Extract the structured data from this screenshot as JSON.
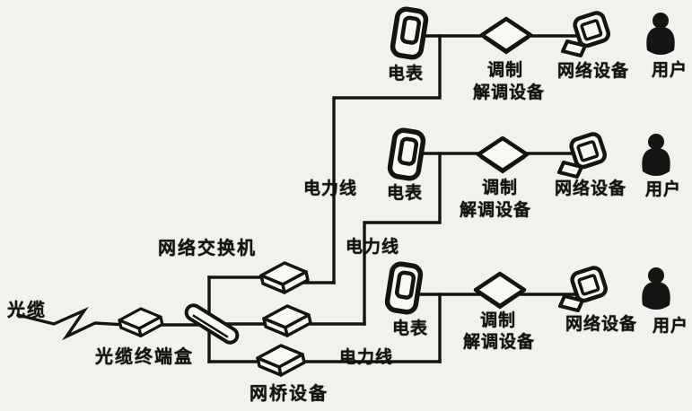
{
  "diagram": {
    "background_color": "#f2f1ec",
    "ink_color": "#161412",
    "fiber": {
      "label": "光缆",
      "icon": "zigzag-cable"
    },
    "terminal_box": {
      "label": "光缆终端盒",
      "icon": "3d-box"
    },
    "switch": {
      "label": "网络交换机",
      "icon": "slanted-bar"
    },
    "bridge": {
      "label": "网桥设备",
      "icon": "3d-box"
    },
    "power_lines": [
      {
        "label": "电力线"
      },
      {
        "label": "电力线"
      },
      {
        "label": "电力线"
      }
    ],
    "rows": [
      {
        "meter": "电表",
        "modem_top": "调制",
        "modem_bottom": "解调设备",
        "network_device": "网络设备",
        "user": "用户"
      },
      {
        "meter": "电表",
        "modem_top": "调制",
        "modem_bottom": "解调设备",
        "network_device": "网络设备",
        "user": "用户"
      },
      {
        "meter": "电表",
        "modem_top": "调制",
        "modem_bottom": "解调设备",
        "network_device": "网络设备",
        "user": "用户"
      }
    ],
    "icons": {
      "meter-icon": "rounded device with display window",
      "modem-icon": "diamond outline",
      "computer-icon": "tilted monitor with keyboard",
      "user-icon": "black person silhouette",
      "bridge-box-icon": "3d slab box",
      "switch-icon": "long slanted capsule",
      "terminal-box-icon": "3d slab box"
    }
  }
}
